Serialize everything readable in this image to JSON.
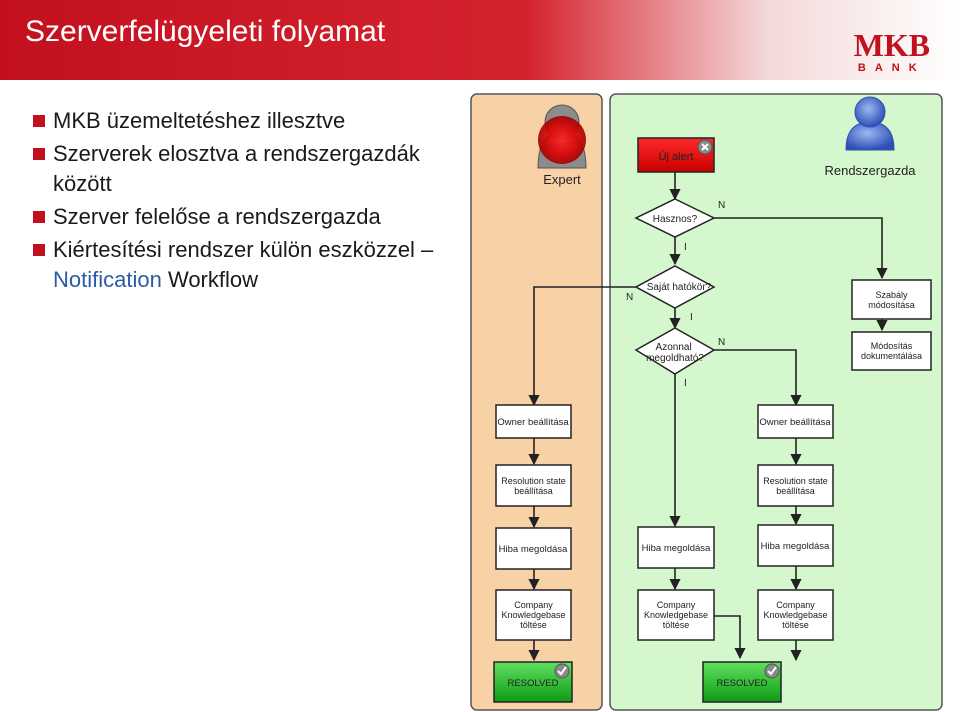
{
  "slide": {
    "title": "Szerverfelügyeleti folyamat",
    "logo_mark": "MKB",
    "logo_sub": "BANK",
    "brand_color": "#c3101f"
  },
  "bullets": [
    {
      "text": "MKB üzemeltetéshez illesztve"
    },
    {
      "text": "Szerverek elosztva a rendszergazdák között"
    },
    {
      "text": "Szerver felelőse a rendszergazda"
    },
    {
      "text": "Kiértesítési rendszer külön eszközzel – ",
      "accent": "Notification",
      "tail": " Workflow"
    }
  ],
  "lanes": {
    "expert": {
      "label": "Expert",
      "color": "#f9d1a6"
    },
    "admin": {
      "label": "Rendszergazda",
      "color": "#d4f7cd"
    }
  },
  "flow": {
    "new_alert": "Új alert",
    "q_useful": "Hasznos?",
    "q_own_scope": "Saját hatókör?",
    "q_solvable": "Azonnal megoldható?",
    "rule_change": "Szabály módosítása",
    "change_doc": "Módosítás dokumentálása",
    "owner_left": "Owner beállítása",
    "owner_right": "Owner beállítása",
    "resolution_left": "Resolution state beállítása",
    "resolution_right": "Resolution state beállítása",
    "fix_left": "Hiba megoldása",
    "fix_mid": "Hiba megoldása",
    "fix_right": "Hiba megoldása",
    "kb_left": "Company Knowledgebase töltése",
    "kb_mid": "Company Knowledgebase töltése",
    "kb_right": "Company Knowledgebase töltése",
    "resolved_left": "RESOLVED",
    "resolved_right": "RESOLVED",
    "yes": "I",
    "no": "N"
  },
  "icons": {
    "expert_person": "person-icon",
    "admin_person": "person-icon",
    "alert_close": "close-icon",
    "resolved_check": "check-icon"
  }
}
